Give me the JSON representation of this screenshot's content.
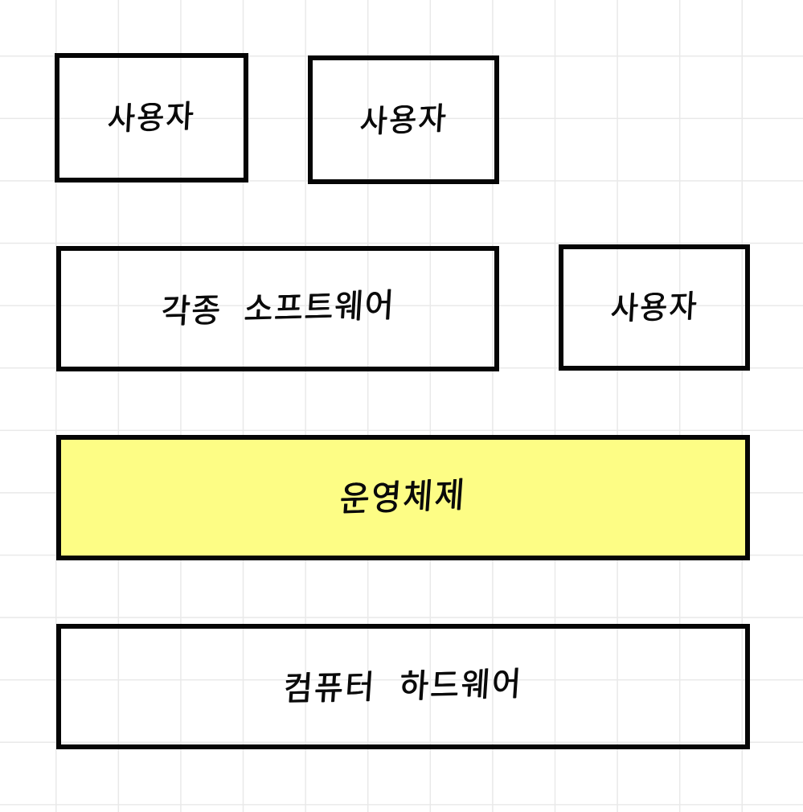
{
  "diagram": {
    "title": "Operating System Layer Diagram",
    "background_color": "#ffffff",
    "grid_color": "#e9e9e9",
    "stroke_color": "#050505",
    "highlight_color": "#fdfd85",
    "nodes": [
      {
        "id": "user-1",
        "label": "사용자",
        "layer": "user",
        "fill": "none"
      },
      {
        "id": "user-2",
        "label": "사용자",
        "layer": "user",
        "fill": "none"
      },
      {
        "id": "software",
        "label": "각종  소프트웨어",
        "layer": "application-software",
        "fill": "none"
      },
      {
        "id": "user-3",
        "label": "사용자",
        "layer": "user",
        "fill": "none"
      },
      {
        "id": "os",
        "label": "운영체제",
        "layer": "operating-system",
        "fill": "#fdfd85"
      },
      {
        "id": "hardware",
        "label": "컴퓨터  하드웨어",
        "layer": "hardware",
        "fill": "none"
      }
    ]
  }
}
